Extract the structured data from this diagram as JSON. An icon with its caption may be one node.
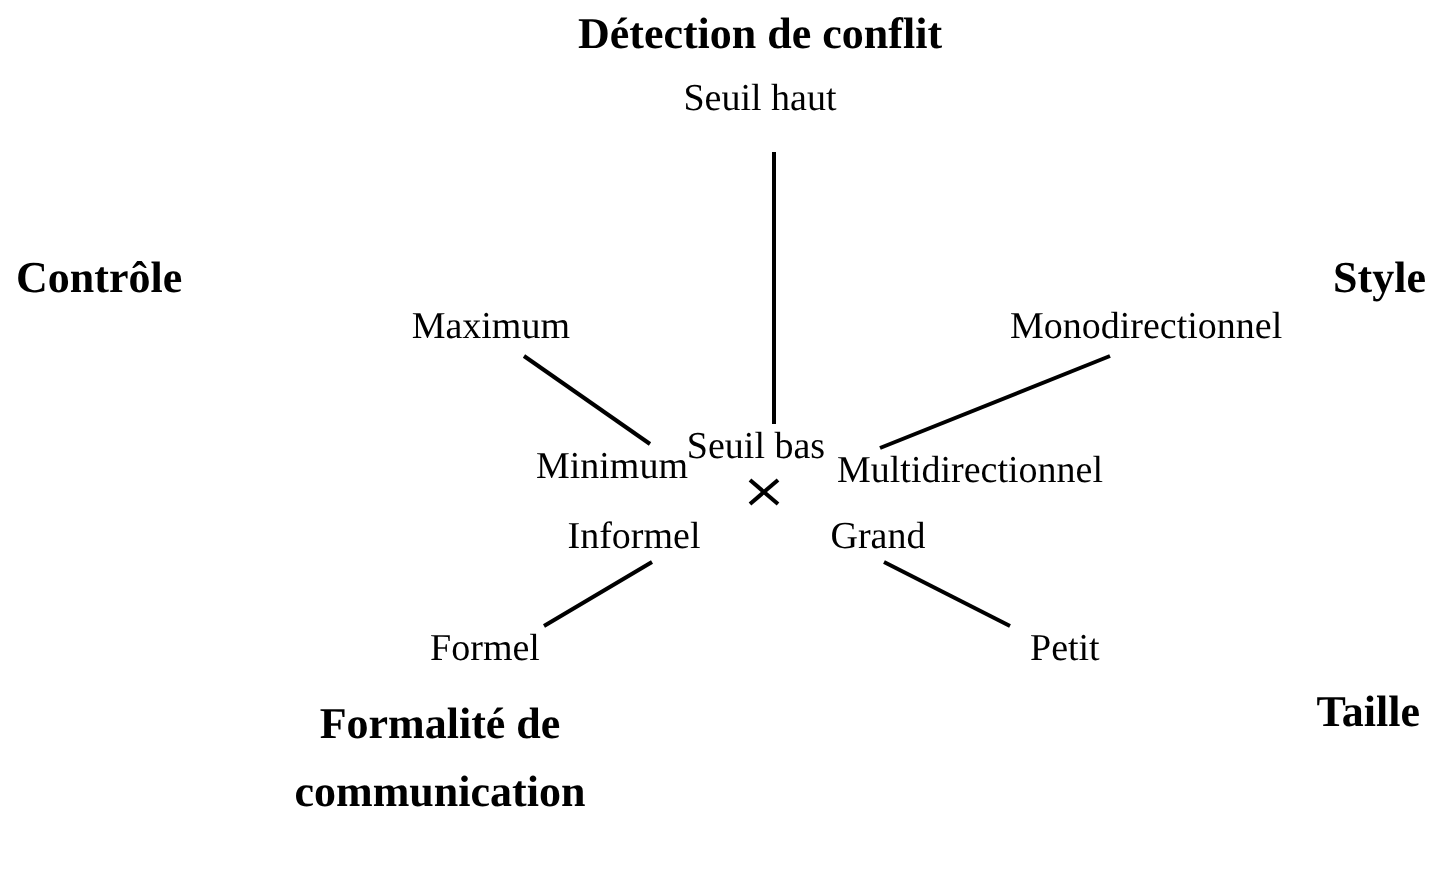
{
  "diagram": {
    "nodes": [
      {
        "text": [
          "Détection de conflit",
          "Seuil haut"
        ]
      },
      {
        "text": [
          "Seuil bas"
        ]
      },
      {
        "text": [
          "Contrôle",
          "Maximum"
        ]
      },
      {
        "text": [
          "Minimum"
        ]
      },
      {
        "text": [
          "Style",
          "Monodirectionnel"
        ]
      },
      {
        "text": [
          "Multidirectionnel"
        ]
      },
      {
        "text": [
          "Informel"
        ]
      },
      {
        "text": [
          "Grand"
        ]
      },
      {
        "text": [
          "Formel",
          "Formalité de communication"
        ]
      },
      {
        "text": [
          "Petit",
          "Taille"
        ]
      }
    ],
    "edges": [
      {
        "from": 0,
        "to": 1,
        "arrow": "none"
      },
      {
        "from": 2,
        "to": 3,
        "arrow": "none"
      },
      {
        "from": 4,
        "to": 5,
        "arrow": "none"
      },
      {
        "from": 8,
        "to": 6,
        "arrow": "none"
      },
      {
        "from": 9,
        "to": 7,
        "arrow": "none"
      }
    ]
  }
}
